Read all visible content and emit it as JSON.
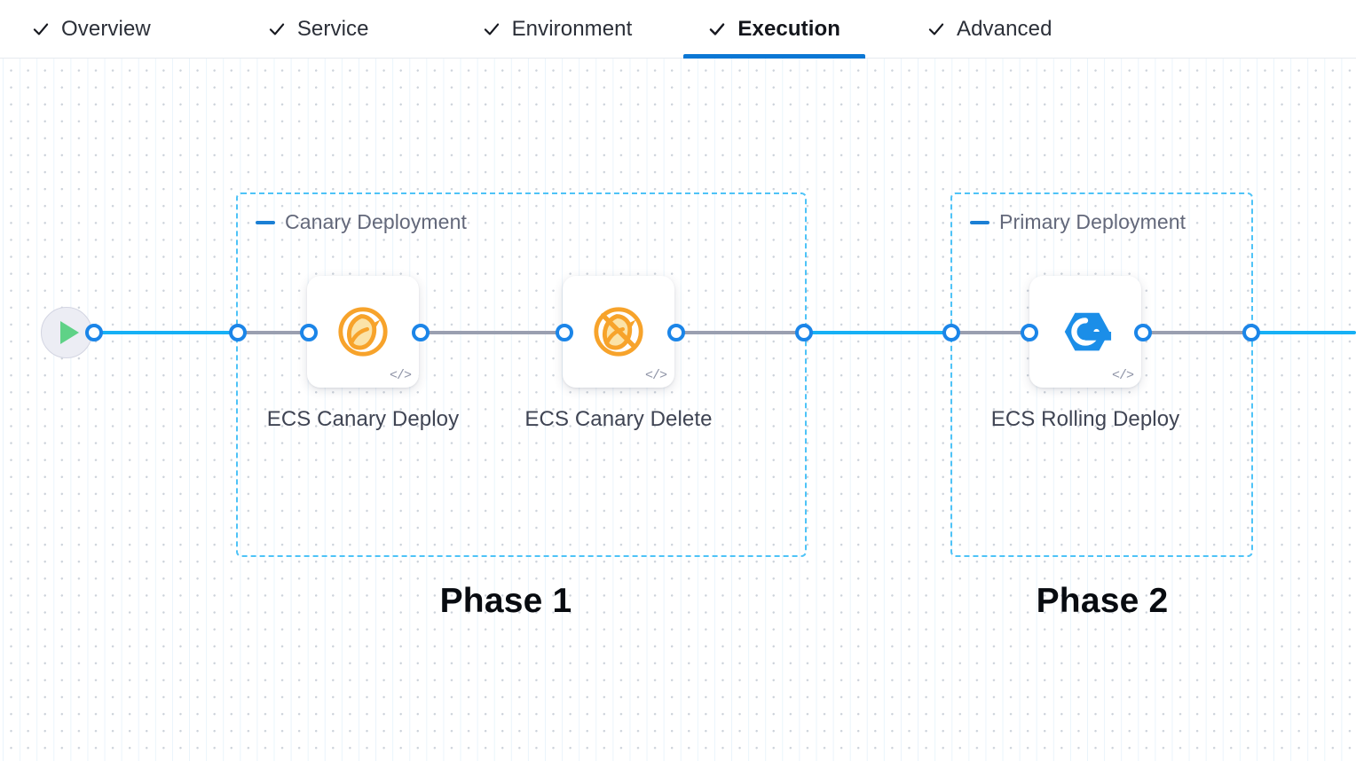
{
  "tabs": [
    {
      "label": "Overview",
      "icon": "check-icon",
      "active": false
    },
    {
      "label": "Service",
      "icon": "check-icon",
      "active": false
    },
    {
      "label": "Environment",
      "icon": "check-icon",
      "active": false
    },
    {
      "label": "Execution",
      "icon": "check-icon",
      "active": true
    },
    {
      "label": "Advanced",
      "icon": "check-icon",
      "active": false
    }
  ],
  "canvas": {
    "start_node": {
      "icon": "play-icon",
      "label": ""
    },
    "groups": [
      {
        "title": "Canary Deployment",
        "collapse_icon": "minus-icon",
        "caption": "Phase 1"
      },
      {
        "title": "Primary Deployment",
        "collapse_icon": "minus-icon",
        "caption": "Phase 2"
      }
    ],
    "nodes": [
      {
        "label": "ECS Canary Deploy",
        "icon": "canary-bird-icon",
        "code_icon": "</>"
      },
      {
        "label": "ECS Canary Delete",
        "icon": "canary-bird-delete-icon",
        "code_icon": "</>"
      },
      {
        "label": "ECS Rolling Deploy",
        "icon": "rolling-deploy-hex-icon",
        "code_icon": "</>"
      }
    ]
  },
  "colors": {
    "accent_blue": "#0b77d4",
    "edge_blue": "#16b0f5",
    "port_blue": "#1b85e8",
    "group_border": "#4ec3f7",
    "canary_orange": "#f5a623",
    "rolling_blue": "#1b8ee8",
    "play_green": "#5fd287",
    "label_slate": "#3f4453"
  }
}
